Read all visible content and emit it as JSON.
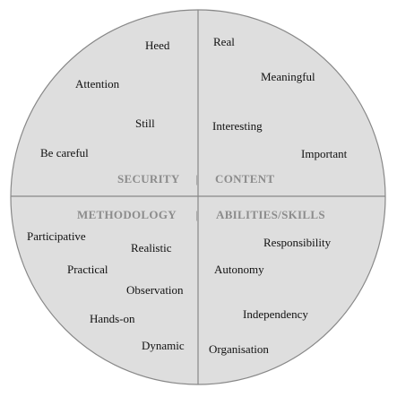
{
  "colors": {
    "circle_fill": "#dedede",
    "outline": "#888888",
    "heading_text": "#8c8c8c",
    "word_text": "#111111"
  },
  "quadrants": {
    "security": {
      "heading": "SECURITY",
      "words": [
        "Heed",
        "Attention",
        "Still",
        "Be careful"
      ]
    },
    "content": {
      "heading": "CONTENT",
      "words": [
        "Real",
        "Meaningful",
        "Interesting",
        "Important"
      ]
    },
    "methodology": {
      "heading": "METHODOLOGY",
      "words": [
        "Participative",
        "Realistic",
        "Practical",
        "Observation",
        "Hands-on",
        "Dynamic"
      ]
    },
    "abilities": {
      "heading": "ABILITIES/SKILLS",
      "words": [
        "Responsibility",
        "Autonomy",
        "Independency",
        "Organisation"
      ]
    }
  },
  "separators": {
    "top": "|",
    "bottom": "|"
  }
}
